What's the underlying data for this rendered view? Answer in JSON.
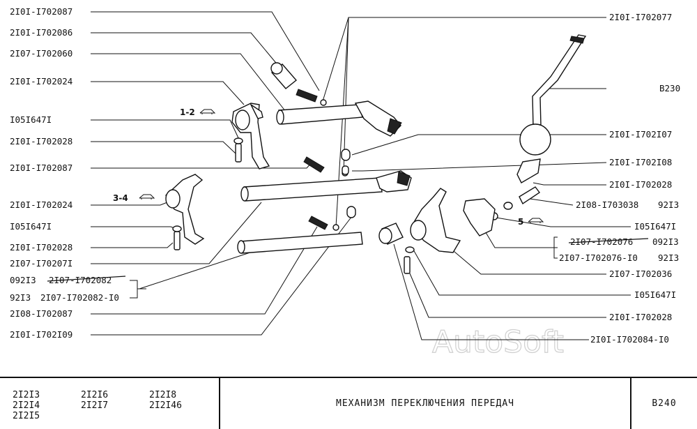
{
  "labels": {
    "l_2101_1702087_a": "2I0I-I702087",
    "l_2101_1702086": "2I0I-I702086",
    "l_2107_1702060": "2I07-I702060",
    "l_2101_1702024_a": "2I0I-I702024",
    "l_1051647_a": "I05I647I",
    "l_2101_1702028_a": "2I0I-I702028",
    "l_2101_1702087_b": "2I0I-I702087",
    "l_2101_1702024_b": "2I0I-I702024",
    "l_1051647_b": "I05I647I",
    "l_2101_1702028_b": "2I0I-I702028",
    "l_2107_1702071": "2I07-I70207I",
    "l_09213_a": "092I3",
    "l_2107_1702082_old": "2I07-I702082",
    "l_9213_a": "92I3",
    "l_2107_1702082_10": "2I07-I702082-I0",
    "l_2108_1702087": "2I08-I702087",
    "l_2101_1702109": "2I0I-I702I09",
    "r_2101_1702077": "2I0I-I702077",
    "r_b230": "B230",
    "r_2101_1702107": "2I0I-I702I07",
    "r_2101_1702108": "2I0I-I702I08",
    "r_2101_1702028_a": "2I0I-I702028",
    "r_2108_1703038": "2I08-I703038",
    "r_92I3_a": "92I3",
    "r_1051647_a": "I05I647I",
    "r_2107_1702076_old": "2I07-I702076",
    "r_09213": "092I3",
    "r_2107_1702076_10": "2I07-I702076-I0",
    "r_92I3_b": "92I3",
    "r_2107_1702036": "2I07-I702036",
    "r_1051647_b": "I05I647I",
    "r_2101_1702028_b": "2I0I-I702028",
    "r_2101_1702084_10": "2I0I-I702084-I0"
  },
  "groups": {
    "g12": "1-2",
    "g34": "3-4",
    "g5": "5"
  },
  "watermark": "AutoSoft",
  "title_block": {
    "models": [
      "2I2I3",
      "2I2I4",
      "2I2I5",
      "2I2I6",
      "2I2I7",
      "2I2I8",
      "2I2I46"
    ],
    "title": "МЕХАНИЗМ ПЕРЕКЛЮЧЕНИЯ ПЕРЕДАЧ",
    "code": "B240"
  }
}
